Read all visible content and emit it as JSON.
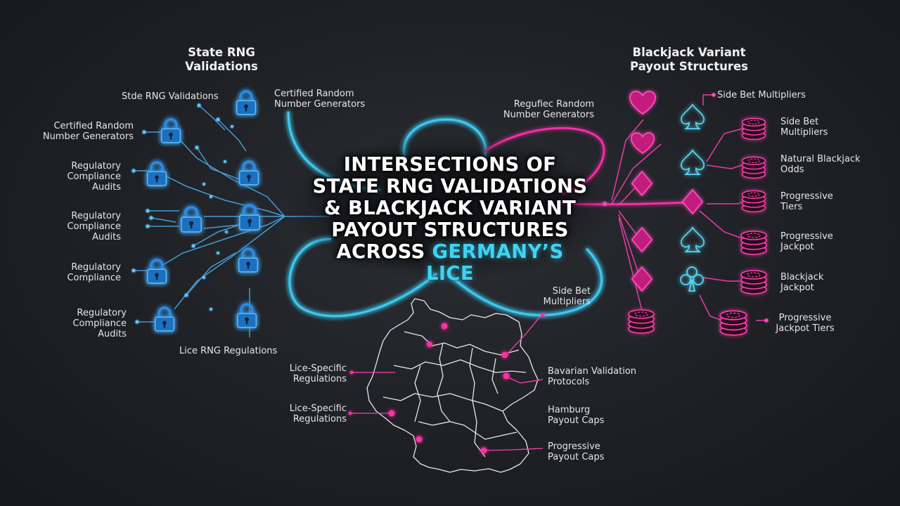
{
  "title": {
    "lines": [
      "INTERSECTIONS OF",
      "STATE RNG VALIDATIONS",
      "& BLACKJACK VARIANT",
      "PAYOUT STRUCTURES"
    ],
    "last_line_prefix": "ACROSS ",
    "last_line_highlight": "GERMANY’S LICE"
  },
  "left": {
    "header_line1": "State RNG",
    "header_line2": "Validations",
    "labels": [
      [
        "Stde RNG Validations"
      ],
      [
        "Certified Random",
        "Number Generators"
      ],
      [
        "Certified Random",
        "Number Generators"
      ],
      [
        "Regulatory",
        "Compliance",
        "Audits"
      ],
      [
        "Regulatory",
        "Compliance",
        "Audits"
      ],
      [
        "Regulatory",
        "Compliance"
      ],
      [
        "Regulatory",
        "Compliance",
        "Audits"
      ],
      [
        "Lice RNG Regulations"
      ]
    ]
  },
  "right": {
    "header_line1": "Blackjack Variant",
    "header_line2": "Payout Structures",
    "labels": [
      [
        "Regufiec Random",
        "Number Generators"
      ],
      [
        "Side Bet Multipliers"
      ],
      [
        "Side Bet",
        "Multipliers"
      ],
      [
        "Natural Blackjack",
        "Odds"
      ],
      [
        "Progressive",
        "Tiers"
      ],
      [
        "Progressive",
        "Jackpot"
      ],
      [
        "Blackjack",
        "Jackpot"
      ],
      [
        "Progressive",
        "Jackpot Tiers"
      ]
    ]
  },
  "map": {
    "labels": [
      [
        "Side Bet",
        "Multipliers"
      ],
      [
        "Lice-Specific",
        "Regulations"
      ],
      [
        "Lice-Specific",
        "Regulations"
      ],
      [
        "Bavarian Validation",
        "Protocols"
      ],
      [
        "Hamburg",
        "Payout Caps"
      ],
      [
        "Progressive",
        "Payout Caps"
      ]
    ]
  },
  "colors": {
    "background": "#1e2024",
    "cyan_accent": "#3fd3f2",
    "magenta_accent": "#ff2fa8",
    "lock_blue": "#2a7fd0",
    "text": "#e6e6ea"
  },
  "icons": {
    "left": "padlock-icon",
    "right_suits": [
      "heart-icon",
      "spade-icon",
      "diamond-icon",
      "club-icon"
    ],
    "right_chips": "poker-chip-stack-icon"
  }
}
